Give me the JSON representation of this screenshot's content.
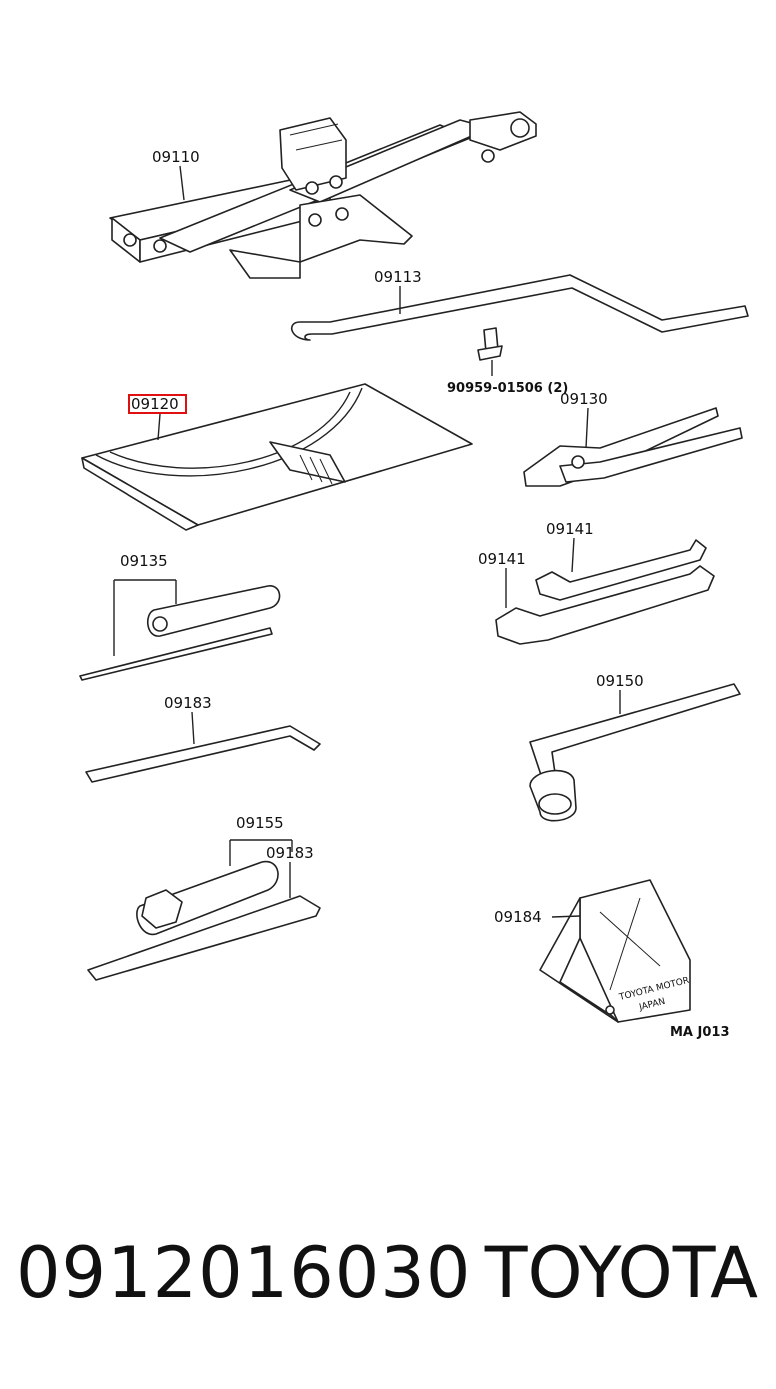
{
  "callouts": {
    "jack": "09110",
    "jack_handle": "09113",
    "bolt": "90959-01506 (2)",
    "tool_bag": "09120",
    "pliers": "09130",
    "wrench_a": "09141",
    "wrench_b": "09141",
    "screwdriver": "09135",
    "tire_lever_a": "09183",
    "lug_wrench": "09150",
    "socket_wrench": "09155",
    "tire_lever_b": "09183",
    "wheel_chock": "09184"
  },
  "chock_stamp": {
    "line1": "TOYOTA MOTOR",
    "line2": "JAPAN"
  },
  "diagram_code": "MA  J013",
  "highlighted_callout": "tool_bag",
  "highlight_color": "#e01010",
  "footer": {
    "part_number": "0912016030",
    "brand": "TOYOTA"
  }
}
